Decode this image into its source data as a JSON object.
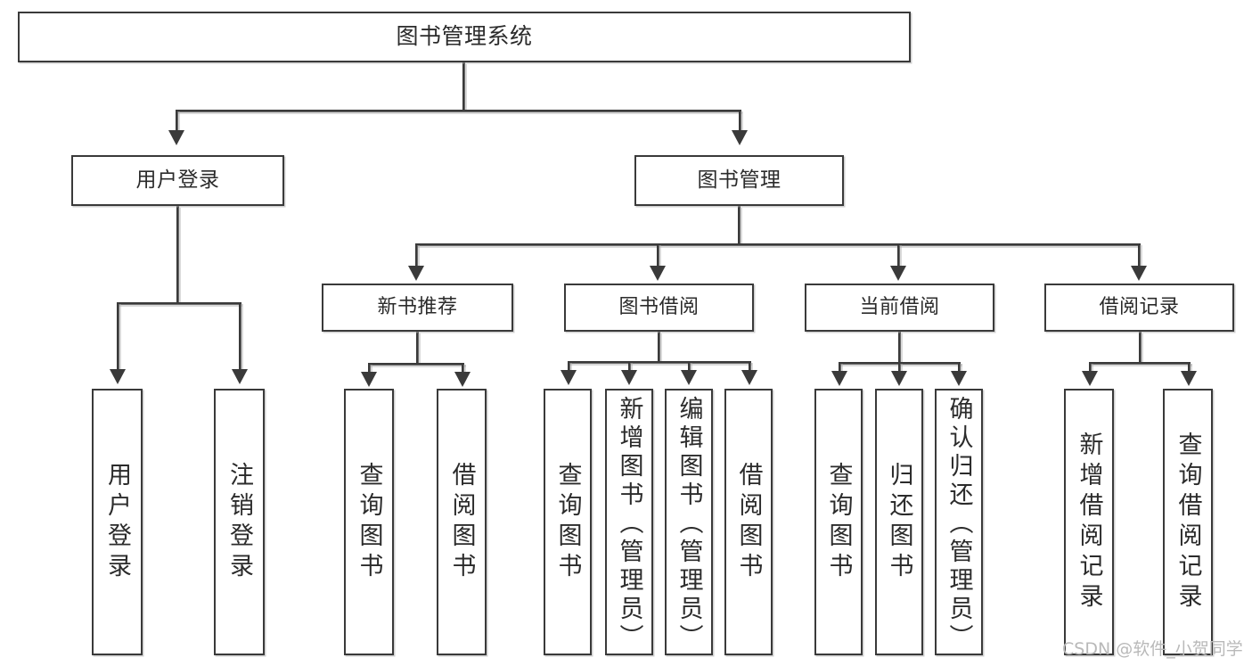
{
  "diagram": {
    "title": "图书管理系统",
    "type": "功能结构图",
    "root": {
      "label": "图书管理系统"
    },
    "level2": [
      {
        "label": "用户登录"
      },
      {
        "label": "图书管理"
      }
    ],
    "level3": [
      {
        "label": "新书推荐"
      },
      {
        "label": "图书借阅"
      },
      {
        "label": "当前借阅"
      },
      {
        "label": "借阅记录"
      }
    ],
    "leaves": {
      "user_login": [
        {
          "label": "用户登录"
        },
        {
          "label": "注销登录"
        }
      ],
      "new_book_rec": [
        {
          "label": "查询图书"
        },
        {
          "label": "借阅图书"
        }
      ],
      "book_borrow": [
        {
          "label": "查询图书"
        },
        {
          "label": "新增图书（管理员）"
        },
        {
          "label": "编辑图书（管理员）"
        },
        {
          "label": "借阅图书"
        }
      ],
      "current_borrow": [
        {
          "label": "查询图书"
        },
        {
          "label": "归还图书"
        },
        {
          "label": "确认归还（管理员）"
        }
      ],
      "borrow_record": [
        {
          "label": "新增借阅记录"
        },
        {
          "label": "查询借阅记录"
        }
      ]
    }
  },
  "watermark": {
    "text": "CSDN @软件_小贺同学"
  },
  "colors": {
    "box_border": "#3a3a3a",
    "box_fill": "#ffffff",
    "text": "#2b2b2b",
    "connector": "#3a3a3a",
    "shadow": "#aaaaaa",
    "watermark": "#b9b9b9",
    "background": "#ffffff"
  }
}
